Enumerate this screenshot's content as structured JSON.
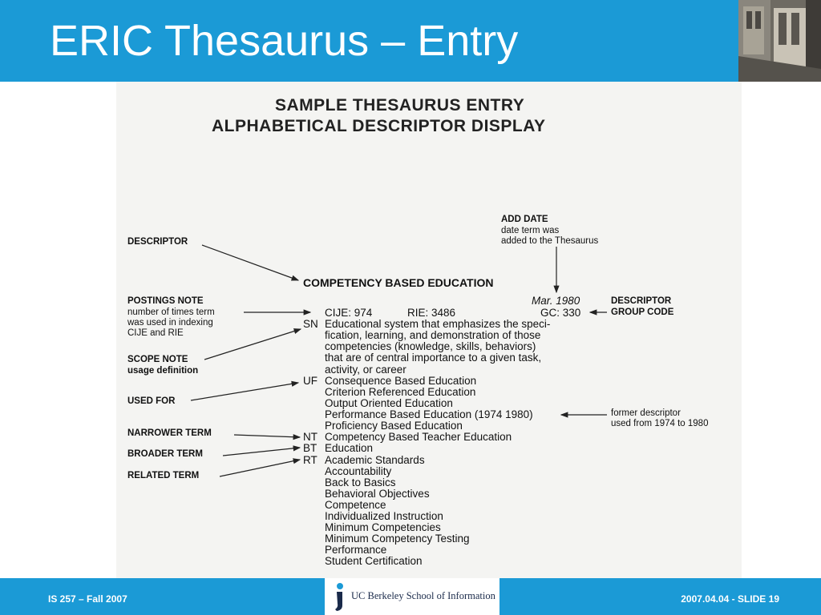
{
  "slide": {
    "title": "ERIC Thesaurus – Entry",
    "footer_left": "IS 257 – Fall 2007",
    "footer_right": "2007.04.04 - SLIDE 19",
    "logo_text": "UC Berkeley School of Information",
    "accent_color": "#1b9ad6"
  },
  "figure": {
    "heading_line1": "SAMPLE THESAURUS ENTRY",
    "heading_line2": "ALPHABETICAL DESCRIPTOR DISPLAY",
    "add_date_label": "ADD DATE",
    "add_date_desc1": "date term was",
    "add_date_desc2": "added to the Thesaurus",
    "descriptor_label": "DESCRIPTOR",
    "postings_label": "POSTINGS NOTE",
    "postings_desc1": "number of times term",
    "postings_desc2": "was used in indexing",
    "postings_desc3": "CIJE and RIE",
    "scope_label": "SCOPE NOTE",
    "scope_desc": "usage definition",
    "used_for_label": "USED FOR",
    "narrower_label": "NARROWER TERM",
    "broader_label": "BROADER TERM",
    "related_label": "RELATED TERM",
    "group_code_label1": "DESCRIPTOR",
    "group_code_label2": "GROUP CODE",
    "former_desc1": "former descriptor",
    "former_desc2": "used from 1974 to 1980",
    "entry": {
      "descriptor": "COMPETENCY BASED EDUCATION",
      "date": "Mar. 1980",
      "cije": "CIJE: 974",
      "rie": "RIE: 3486",
      "gc": "GC: 330",
      "sn_code": "SN",
      "scope_lines": [
        "Educational system that emphasizes the speci-",
        "fication, learning, and demonstration of those",
        "competencies  (knowledge,  skills,  behaviors)",
        "that are of central importance to a given task,",
        "activity, or career"
      ],
      "uf_code": "UF",
      "uf_terms": [
        "Consequence Based Education",
        "Criterion Referenced Education",
        "Output Oriented Education",
        "Performance Based Education (1974 1980)",
        "Proficiency Based Education"
      ],
      "nt_code": "NT",
      "nt_term": "Competency Based Teacher Education",
      "bt_code": "BT",
      "bt_term": "Education",
      "rt_code": "RT",
      "rt_terms": [
        "Academic Standards",
        "Accountability",
        "Back to Basics",
        "Behavioral Objectives",
        "Competence",
        "Individualized Instruction",
        "Minimum Competencies",
        "Minimum Competency Testing",
        "Performance",
        "Student Certification"
      ]
    }
  }
}
